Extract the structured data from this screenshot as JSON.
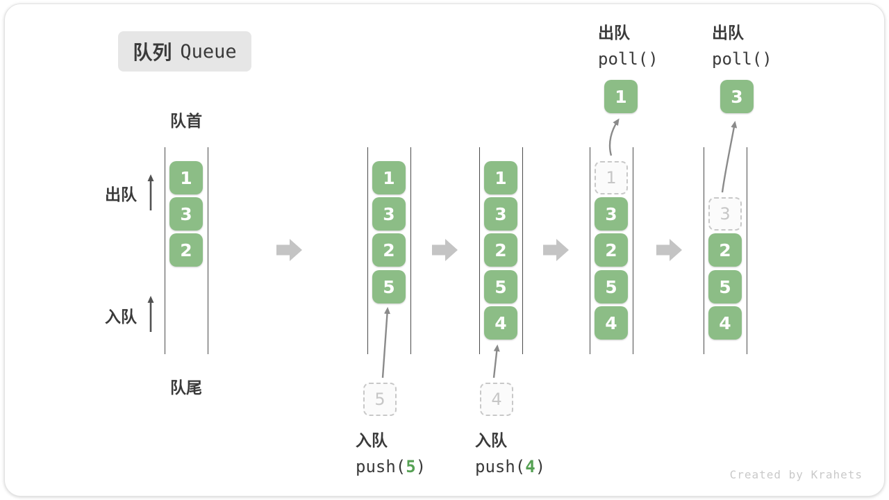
{
  "title": {
    "zh": "队列",
    "en": "Queue"
  },
  "labels": {
    "front": "队首",
    "rear": "队尾",
    "dequeue": "出队",
    "enqueue": "入队"
  },
  "watermark": "Created by Krahets",
  "colors": {
    "item_green": "#8cbd86",
    "arg_green": "#56a154",
    "ghost_gray": "#c8c8c8",
    "step_arrow_gray": "#c4c4c4",
    "thin_arrow_gray": "#8a8a8a",
    "text_dark": "#3a3a3a",
    "badge_bg": "#e6e6e6"
  },
  "states": [
    {
      "name": "initial",
      "slots": [
        {
          "v": "1"
        },
        {
          "v": "3"
        },
        {
          "v": "2"
        }
      ]
    },
    {
      "name": "after-push-5",
      "slots": [
        {
          "v": "1"
        },
        {
          "v": "3"
        },
        {
          "v": "2"
        },
        {
          "v": "5"
        }
      ],
      "pending": "5",
      "op": {
        "kind": "enqueue",
        "label": "入队",
        "fn": "push(",
        "arg": "5",
        "end": ")"
      }
    },
    {
      "name": "after-push-4",
      "slots": [
        {
          "v": "1"
        },
        {
          "v": "3"
        },
        {
          "v": "2"
        },
        {
          "v": "5"
        },
        {
          "v": "4"
        }
      ],
      "pending": "4",
      "op": {
        "kind": "enqueue",
        "label": "入队",
        "fn": "push(",
        "arg": "4",
        "end": ")"
      }
    },
    {
      "name": "after-poll-1",
      "slots": [
        {
          "v": "1",
          "ghost": true
        },
        {
          "v": "3"
        },
        {
          "v": "2"
        },
        {
          "v": "5"
        },
        {
          "v": "4"
        }
      ],
      "out": "1",
      "op": {
        "kind": "dequeue",
        "label": "出队",
        "fn": "poll()"
      }
    },
    {
      "name": "after-poll-3",
      "slots": [
        null,
        {
          "v": "3",
          "ghost": true
        },
        {
          "v": "2"
        },
        {
          "v": "5"
        },
        {
          "v": "4"
        }
      ],
      "out": "3",
      "op": {
        "kind": "dequeue",
        "label": "出队",
        "fn": "poll()"
      }
    }
  ]
}
